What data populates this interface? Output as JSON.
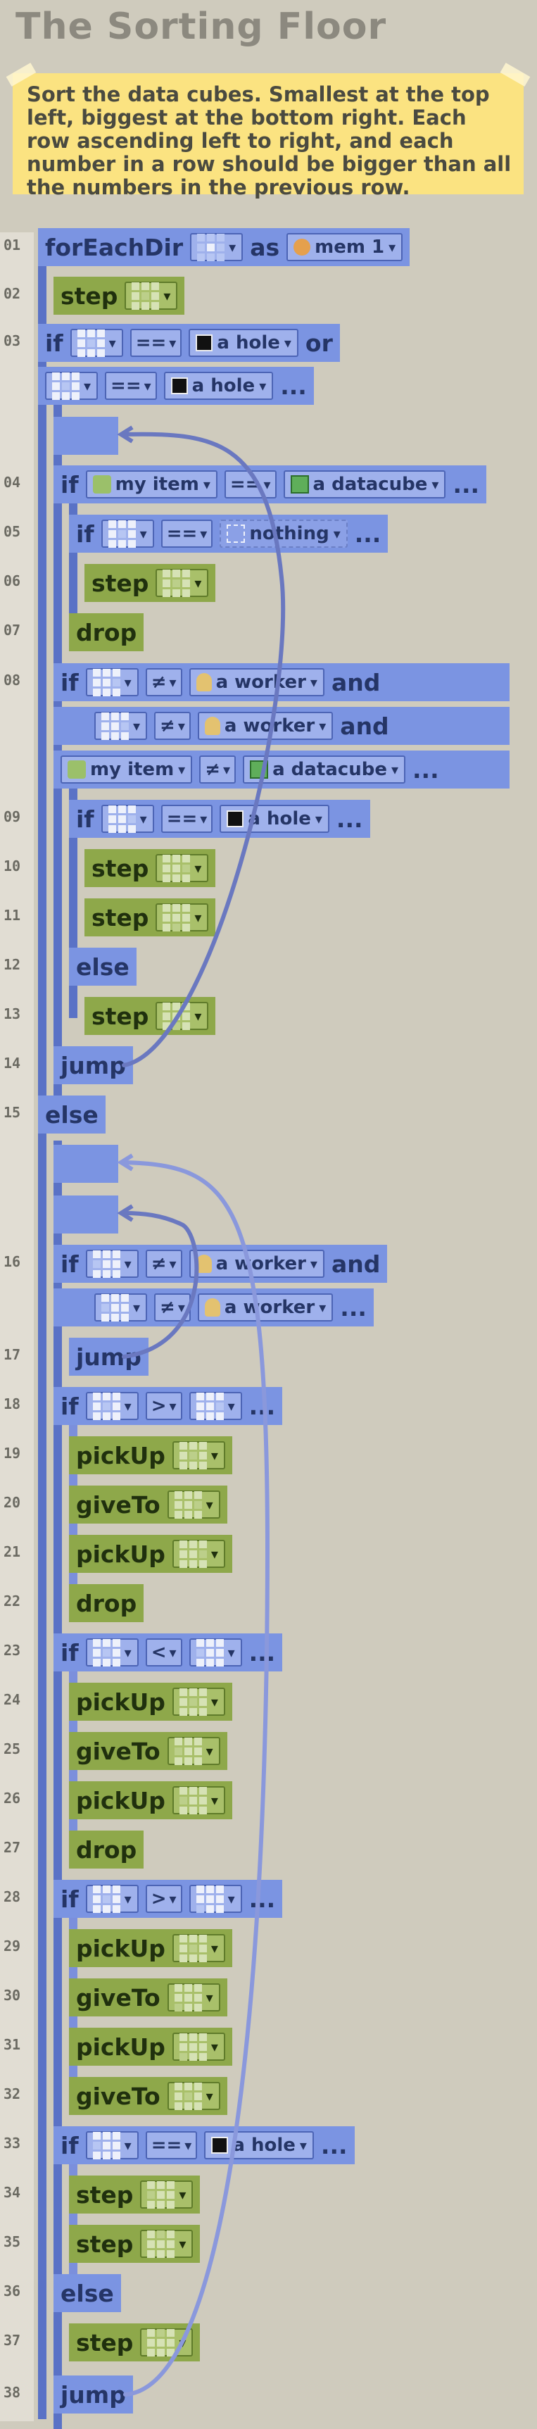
{
  "title": "The Sorting Floor",
  "instructions": "Sort the data cubes. Smallest at the top left, biggest at the bottom right. Each row ascending left to right, and each number in a row should be bigger than all the numbers in the previous row.",
  "line_numbers": [
    "01",
    "02",
    "03",
    "04",
    "05",
    "06",
    "07",
    "08",
    "09",
    "10",
    "11",
    "12",
    "13",
    "14",
    "15",
    "16",
    "17",
    "18",
    "19",
    "20",
    "21",
    "22",
    "23",
    "24",
    "25",
    "26",
    "27",
    "28",
    "29",
    "30",
    "31",
    "32",
    "33",
    "34",
    "35",
    "36",
    "37",
    "38"
  ],
  "kw": {
    "forEachDir": "forEachDir",
    "as": "as",
    "step": "step",
    "if": "if",
    "or": "or",
    "and": "and",
    "drop": "drop",
    "else": "else",
    "jump": "jump",
    "pickUp": "pickUp",
    "giveTo": "giveTo",
    "ellipsis": "..."
  },
  "ops": {
    "eq": "==",
    "neq": "≠",
    "gt": ">",
    "lt": "<"
  },
  "values": {
    "mem1": "mem 1",
    "hole": "a hole",
    "nothing": "nothing",
    "worker": "a worker",
    "datacube": "a datacube",
    "myitem": "my item"
  },
  "caret": "▾",
  "icons": {
    "mem": "database-icon",
    "hole": "hole-icon",
    "worker": "worker-icon",
    "cube": "datacube-icon",
    "hand": "my-item-icon",
    "nothing": "nothing-icon",
    "dir": "direction-grid-icon"
  },
  "colors": {
    "background": "#cfcbbd",
    "note": "#fbe381",
    "blue_block": "#7b94e2",
    "green_block": "#8ea84a",
    "rail": "#5a72c6",
    "arrow": "#6a78c0"
  }
}
